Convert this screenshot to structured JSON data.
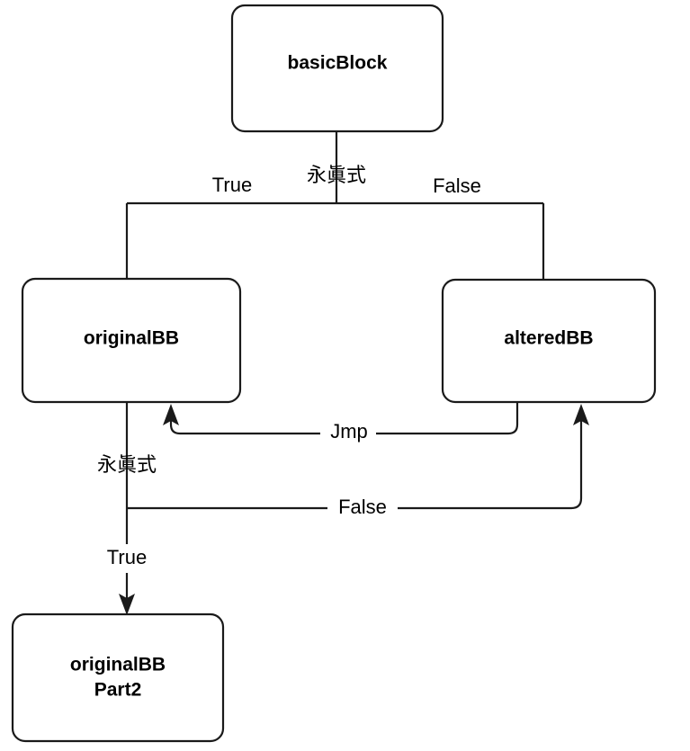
{
  "diagram": {
    "type": "control-flow-graph",
    "background_color": "#ffffff",
    "stroke_color": "#1a1a1a",
    "text_color": "#000000",
    "nodes": [
      {
        "id": "basicBlock",
        "label": "basicBlock",
        "label_line2": ""
      },
      {
        "id": "originalBB",
        "label": "originalBB",
        "label_line2": ""
      },
      {
        "id": "alteredBB",
        "label": "alteredBB",
        "label_line2": ""
      },
      {
        "id": "originalBBPart2",
        "label": "originalBB",
        "label_line2": "Part2"
      }
    ],
    "edges": [
      {
        "id": "e-basic-original",
        "from": "basicBlock",
        "to": "originalBB",
        "label": "True"
      },
      {
        "id": "e-basic-altered",
        "from": "basicBlock",
        "to": "alteredBB",
        "label": "False"
      },
      {
        "id": "e-basic-cond",
        "from": "basicBlock",
        "to": "",
        "label": "永眞式"
      },
      {
        "id": "e-altered-jmp",
        "from": "alteredBB",
        "to": "originalBB",
        "label": "Jmp"
      },
      {
        "id": "e-original-cond",
        "from": "originalBB",
        "to": "",
        "label": "永眞式"
      },
      {
        "id": "e-original-false",
        "from": "originalBB",
        "to": "alteredBB",
        "label": "False"
      },
      {
        "id": "e-original-true",
        "from": "originalBB",
        "to": "originalBBPart2",
        "label": "True"
      }
    ]
  }
}
